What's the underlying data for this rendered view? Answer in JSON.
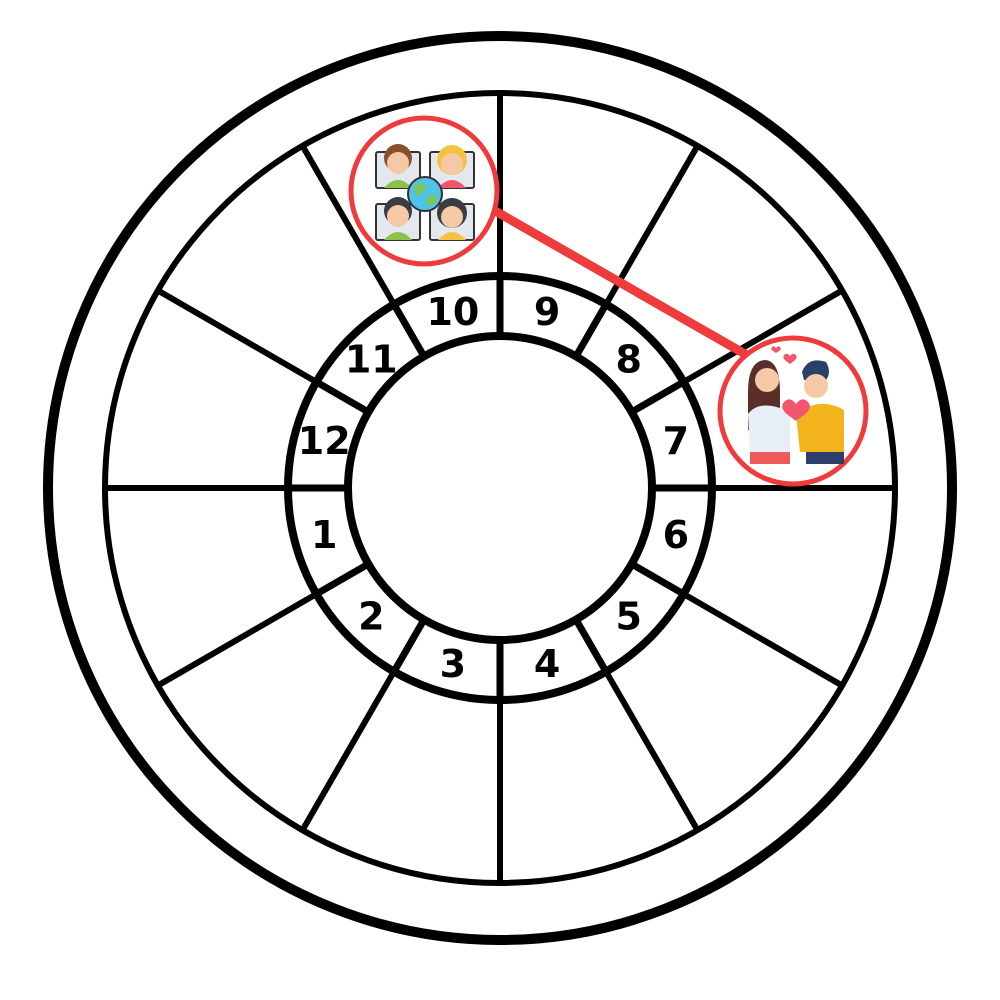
{
  "houses": [
    "1",
    "2",
    "3",
    "4",
    "5",
    "6",
    "7",
    "8",
    "9",
    "10",
    "11",
    "12"
  ],
  "icons": {
    "group": {
      "name": "group-video-call-globe-icon"
    },
    "couple": {
      "name": "couple-in-love-icon"
    }
  },
  "colors": {
    "line": "#000000",
    "accent": "#ee3b3b",
    "skin": "#f6c9a6",
    "hair_brown": "#8a4f2c",
    "hair_yellow": "#f6c244",
    "hair_dark": "#3b3b44",
    "shirt_green": "#8bc34a",
    "shirt_yellow": "#f2b31c",
    "shirt_white": "#e8eef6",
    "globe_blue": "#4fc3e8",
    "globe_green": "#7cc45c",
    "heart": "#f2566e"
  }
}
